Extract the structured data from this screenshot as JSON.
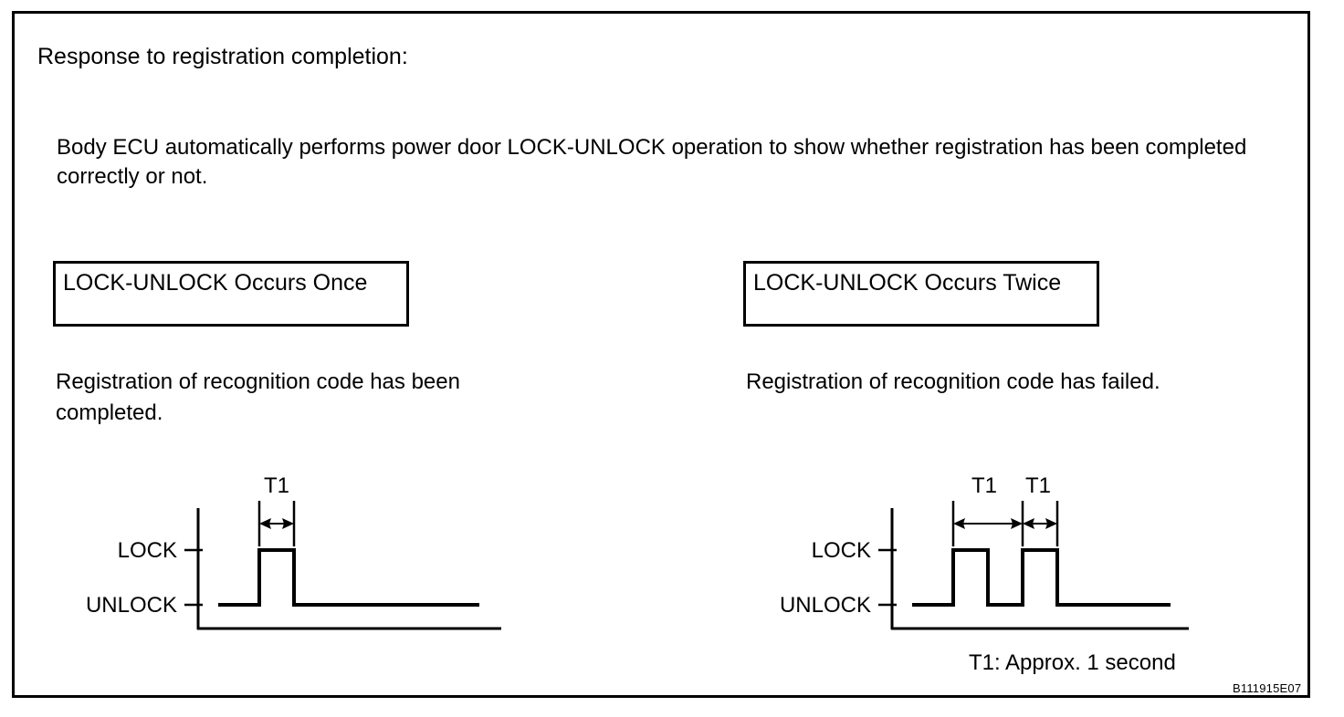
{
  "figure": {
    "title": "Response to registration completion:",
    "intro": "Body ECU automatically performs power door LOCK-UNLOCK operation to show whether registration has been completed correctly or not.",
    "note": "T1: Approx. 1 second",
    "figure_id": "B111915E07",
    "border_color": "#000000",
    "background_color": "#ffffff"
  },
  "columns": [
    {
      "heading": "LOCK-UNLOCK Occurs Once",
      "caption": "Registration of recognition code has been completed.",
      "timing": {
        "y_labels": [
          "LOCK",
          "UNLOCK"
        ],
        "dimension_labels": [
          "T1"
        ],
        "pulse_count": 1
      }
    },
    {
      "heading": "LOCK-UNLOCK Occurs Twice",
      "caption": "Registration of recognition code has failed.",
      "timing": {
        "y_labels": [
          "LOCK",
          "UNLOCK"
        ],
        "dimension_labels": [
          "T1",
          "T1"
        ],
        "pulse_count": 2
      }
    }
  ],
  "chart_data": {
    "type": "line",
    "title": "LOCK-UNLOCK power door operation timing",
    "xlabel": "",
    "ylabel": "",
    "series": [
      {
        "name": "LOCK-UNLOCK Occurs Once",
        "states": [
          "UNLOCK",
          "LOCK",
          "UNLOCK"
        ],
        "x": [
          0,
          1,
          2,
          3
        ],
        "values": [
          0,
          1,
          0,
          0
        ],
        "pulse_widths_T1": [
          1
        ],
        "annotation": "T1"
      },
      {
        "name": "LOCK-UNLOCK Occurs Twice",
        "states": [
          "UNLOCK",
          "LOCK",
          "UNLOCK",
          "LOCK",
          "UNLOCK"
        ],
        "x": [
          0,
          1,
          2,
          3,
          4,
          5
        ],
        "values": [
          0,
          1,
          0,
          1,
          0,
          0
        ],
        "pulse_widths_T1": [
          1,
          1
        ],
        "annotation": "T1 T1"
      }
    ],
    "y_tick_labels": [
      "UNLOCK",
      "LOCK"
    ],
    "value_units": "T1 = approx. 1 second",
    "grid": false,
    "legend": "none"
  }
}
